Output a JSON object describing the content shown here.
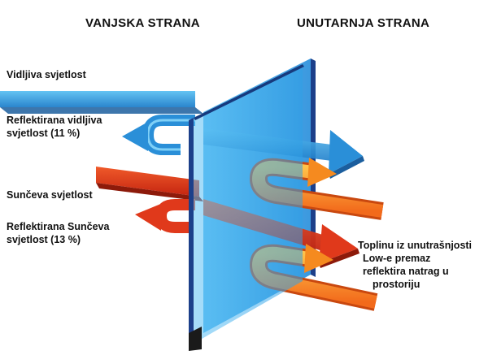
{
  "headers": {
    "outside": "VANJSKA STRANA",
    "inside": "UNUTARNJA STRANA"
  },
  "labels": {
    "visible_light": "Vidljiva svjetlost",
    "reflected_visible_line1": "Reflektirana vidljiva",
    "reflected_visible_line2": "svjetlost (11 %)",
    "solar_light": "Sunčeva svjetlost",
    "reflected_solar_line1": "Reflektirana Sunčeva",
    "reflected_solar_line2": "svjetlost (13 %)",
    "lowe_line1": "Toplinu iz unutrašnjosti",
    "lowe_line2": "Low-e premaz",
    "lowe_line3": "reflektira natrag u",
    "lowe_line4": "prostoriju"
  },
  "colors": {
    "glass": "#2f9fe6",
    "glass_edge": "#1c3f8a",
    "visible_arrow": "#2a8fd8",
    "solar_arrow": "#e0391b",
    "heat_arrow": "#f58a1f",
    "heat_arrow_light": "#ffc24a"
  }
}
